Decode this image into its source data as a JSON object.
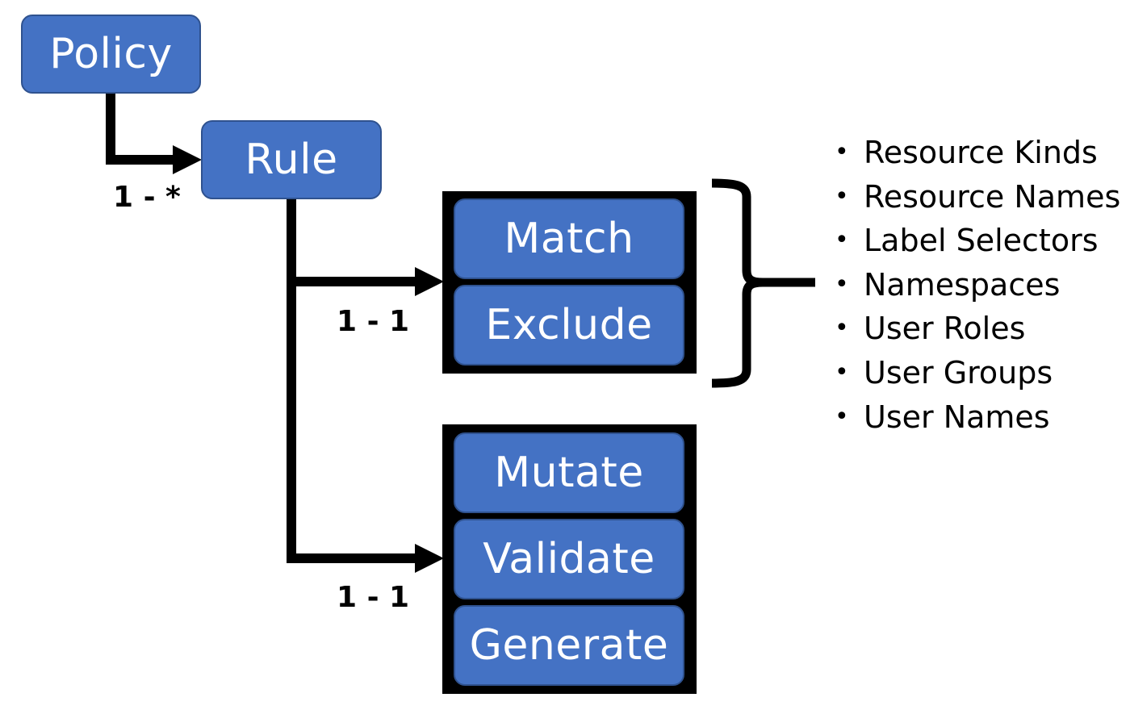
{
  "colors": {
    "node_fill": "#4472c4",
    "node_border": "#2f528f",
    "group_box": "#000000",
    "connector": "#000000",
    "text_light": "#ffffff",
    "text_dark": "#000000"
  },
  "nodes": {
    "policy": "Policy",
    "rule": "Rule",
    "match": "Match",
    "exclude": "Exclude",
    "mutate": "Mutate",
    "validate": "Validate",
    "generate": "Generate"
  },
  "cardinalities": {
    "policy_rule": "1 - *",
    "rule_match": "1 - 1",
    "rule_actions": "1 - 1"
  },
  "selector_attributes": {
    "bullet_icon": "bullet-dot-icon",
    "items": [
      "Resource Kinds",
      "Resource Names",
      "Label Selectors",
      "Namespaces",
      "User Roles",
      "User Groups",
      "User Names"
    ]
  }
}
